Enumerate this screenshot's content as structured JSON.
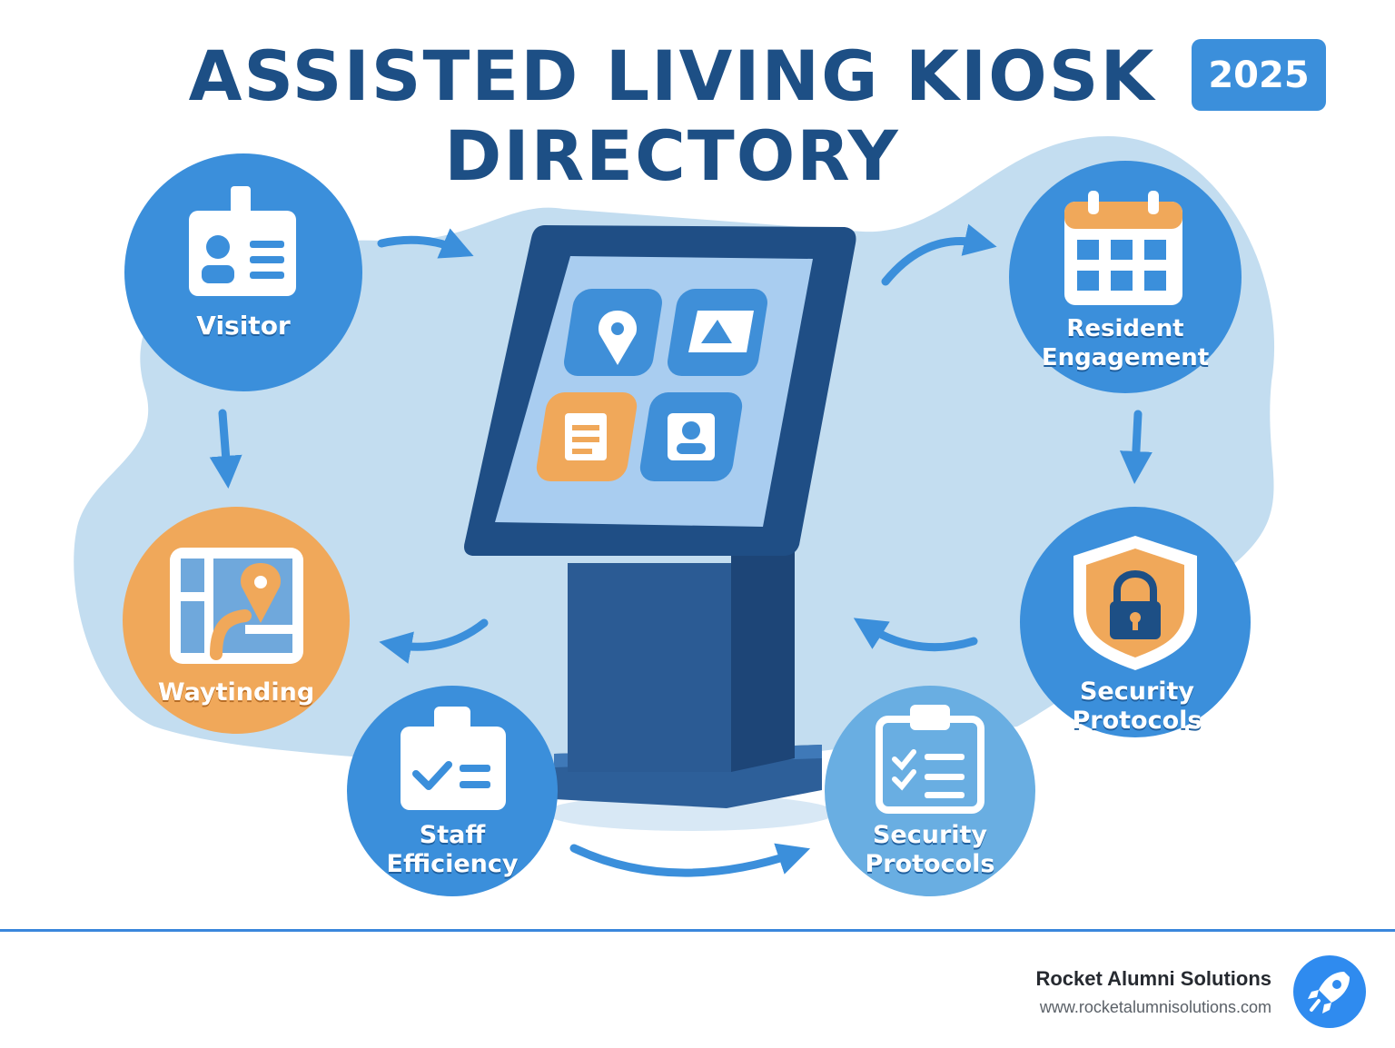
{
  "title": {
    "line1": "ASSISTED LIVING KIOSK",
    "line2": "DIRECTORY"
  },
  "year_badge": "2025",
  "nodes": {
    "visitor": {
      "label": "Visitor",
      "icon": "id-badge-icon"
    },
    "wayfinding": {
      "label": "Waytinding",
      "icon": "map-pin-icon"
    },
    "staff": {
      "line1": "Staff",
      "line2": "Efficiency",
      "icon": "clipboard-check-icon"
    },
    "security_bottom": {
      "line1": "Security",
      "line2": "Protocols",
      "icon": "checklist-icon"
    },
    "security_right": {
      "line1": "Security",
      "line2": "Protocols",
      "icon": "shield-lock-icon"
    },
    "resident": {
      "line1": "Resident",
      "line2": "Engagement",
      "icon": "calendar-icon"
    }
  },
  "kiosk": {
    "tiles": [
      "map-pin-icon",
      "mountain-icon",
      "notepad-icon",
      "person-icon"
    ]
  },
  "footer": {
    "company": "Rocket Alumni Solutions",
    "url": "www.rocketalumnisolutions.com",
    "logo_icon": "rocket-icon"
  },
  "colors": {
    "primary": "#3b8fdb",
    "dark": "#1d4f85",
    "orange": "#f0a85a",
    "background_blob": "#c3ddf0",
    "light_node": "#69aee2"
  }
}
